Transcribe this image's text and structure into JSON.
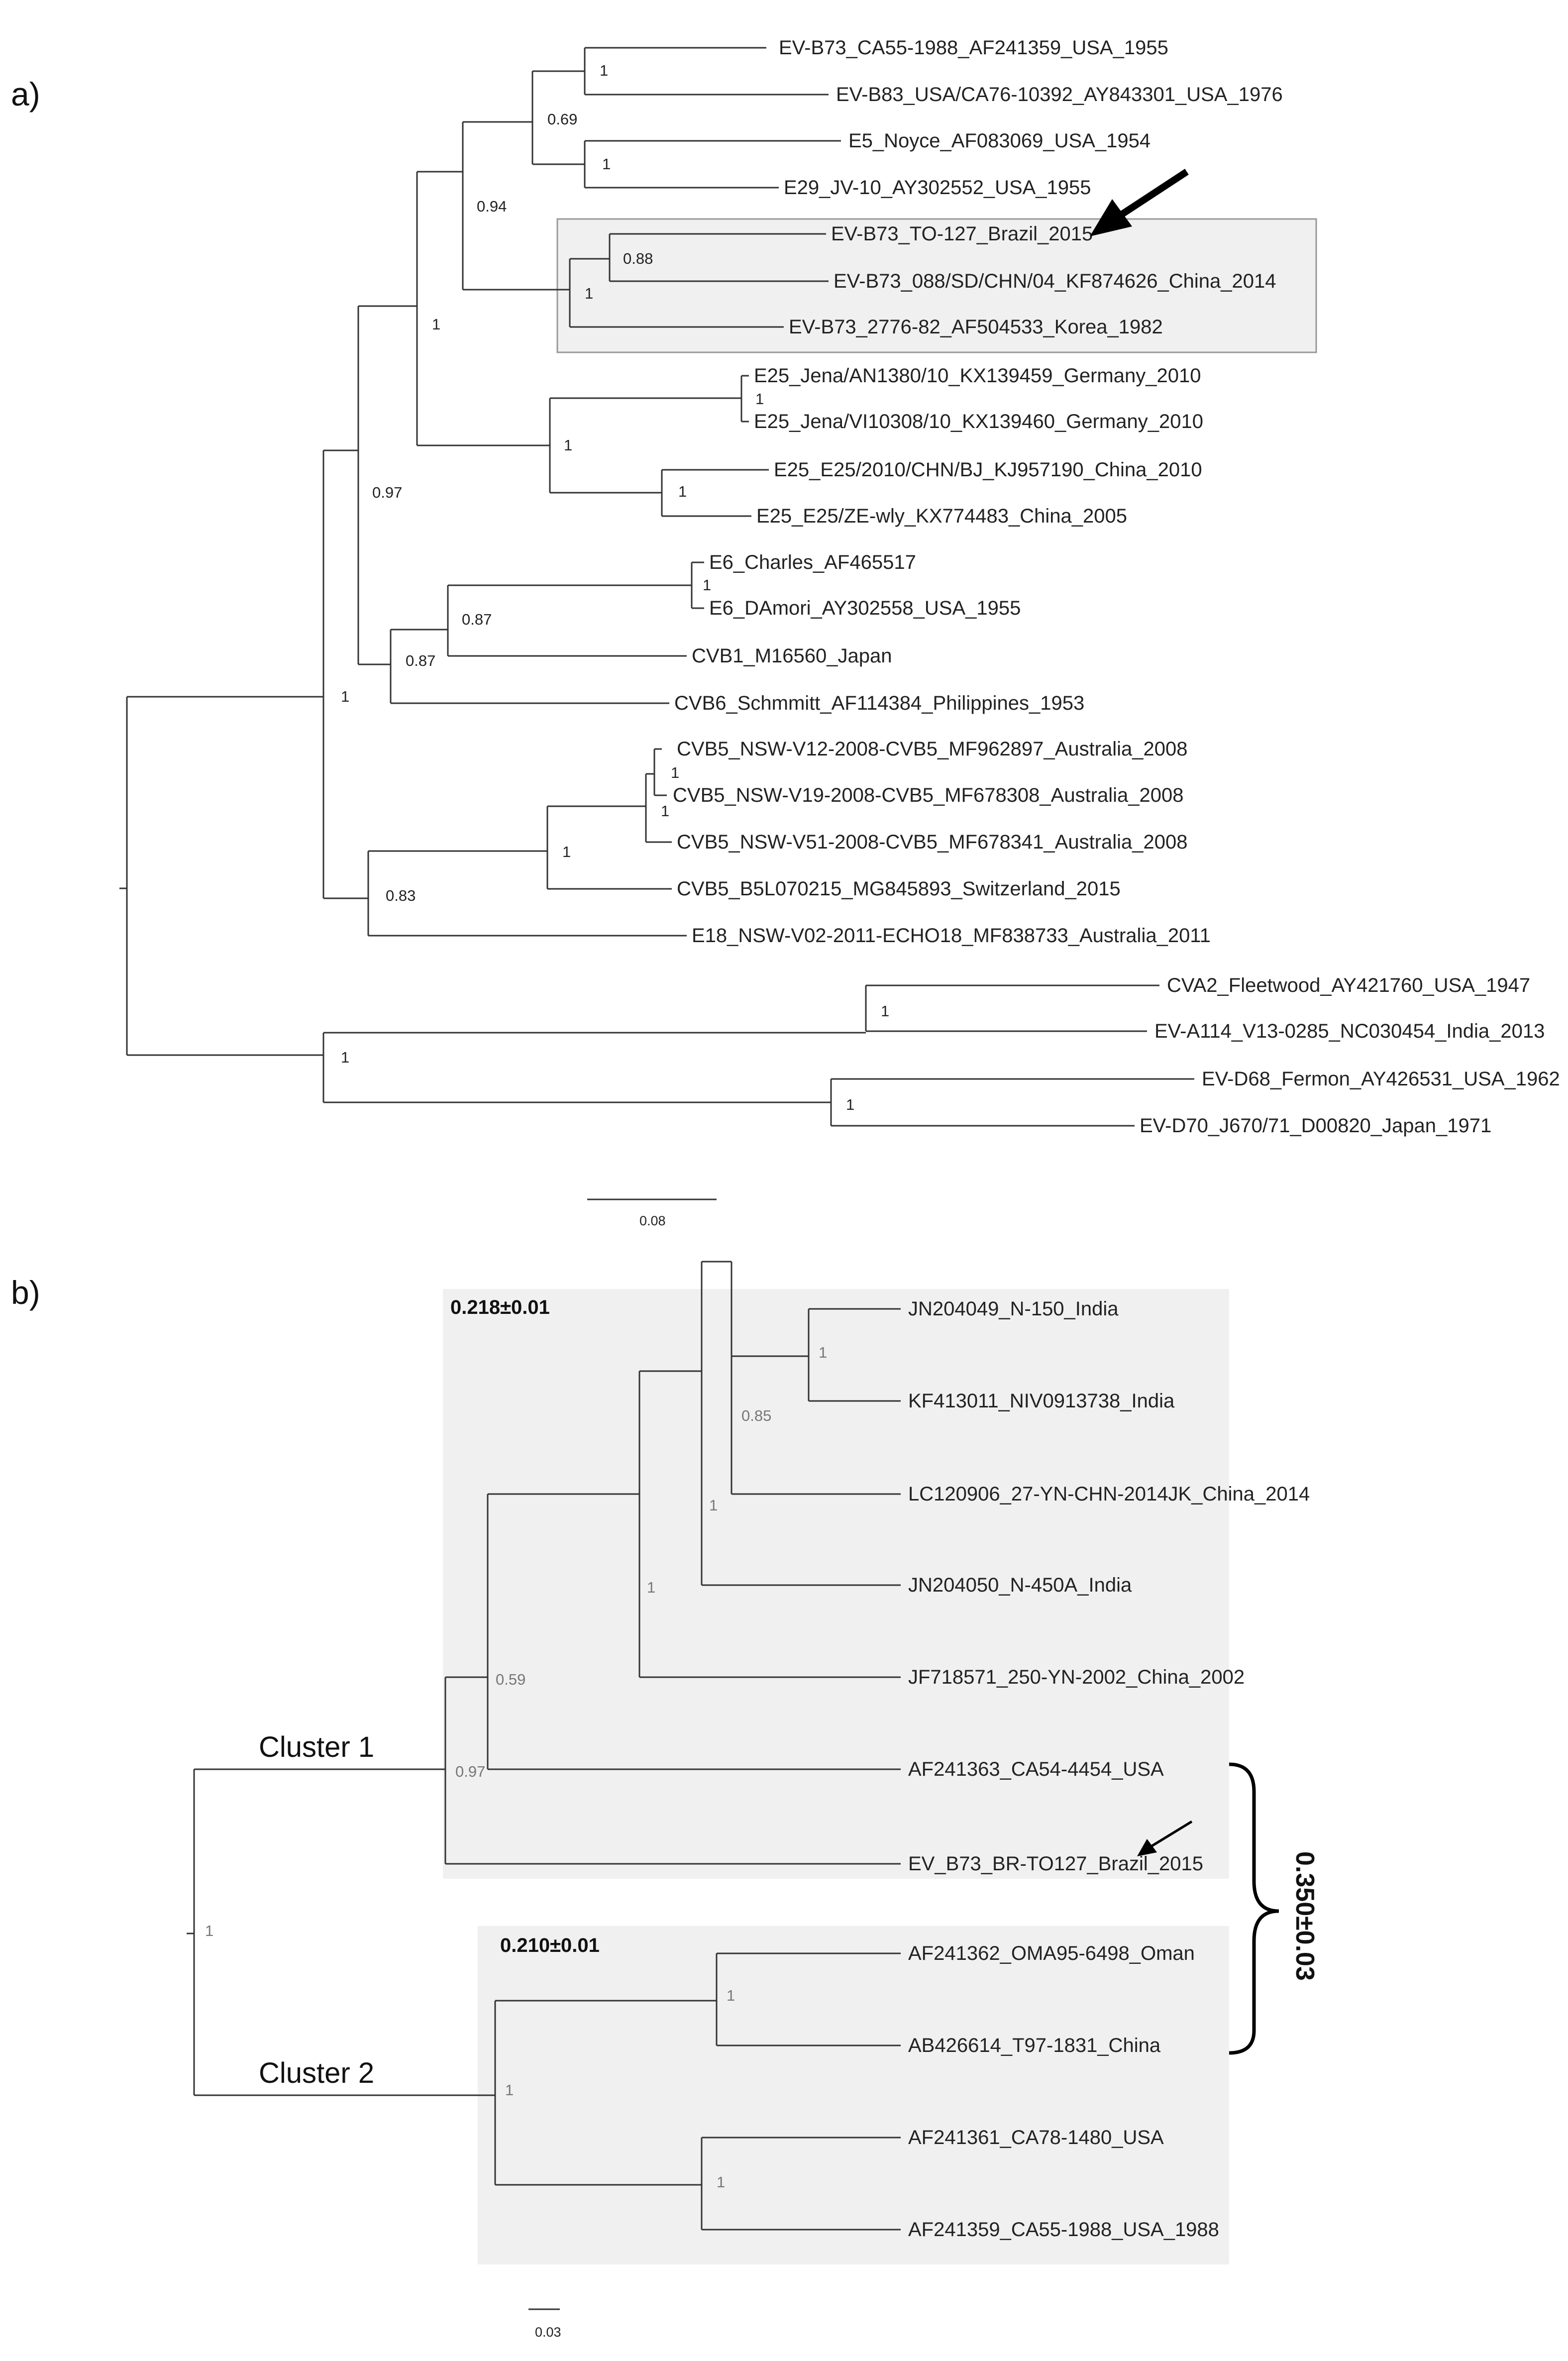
{
  "panel_a": {
    "label": "a)",
    "scale_label": "0.08",
    "taxa": [
      "EV-B73_CA55-1988_AF241359_USA_1955",
      "EV-B83_USA/CA76-10392_AY843301_USA_1976",
      "E5_Noyce_AF083069_USA_1954",
      "E29_JV-10_AY302552_USA_1955",
      "EV-B73_TO-127_Brazil_2015",
      "EV-B73_088/SD/CHN/04_KF874626_China_2014",
      "EV-B73_2776-82_AF504533_Korea_1982",
      "E25_Jena/AN1380/10_KX139459_Germany_2010",
      "E25_Jena/VI10308/10_KX139460_Germany_2010",
      "E25_E25/2010/CHN/BJ_KJ957190_China_2010",
      "E25_E25/ZE-wly_KX774483_China_2005",
      "E6_Charles_AF465517",
      "E6_DAmori_AY302558_USA_1955",
      "CVB1_M16560_Japan",
      "CVB6_Schmmitt_AF114384_Philippines_1953",
      "CVB5_NSW-V12-2008-CVB5_MF962897_Australia_2008",
      "CVB5_NSW-V19-2008-CVB5_MF678308_Australia_2008",
      "CVB5_NSW-V51-2008-CVB5_MF678341_Australia_2008",
      "CVB5_B5L070215_MG845893_Switzerland_2015",
      "E18_NSW-V02-2011-ECHO18_MF838733_Australia_2011",
      "CVA2_Fleetwood_AY421760_USA_1947",
      "EV-A114_V13-0285_NC030454_India_2013",
      "EV-D68_Fermon_AY426531_USA_1962",
      "EV-D70_J670/71_D00820_Japan_1971"
    ],
    "support": [
      "1",
      "0.69",
      "1",
      "0.94",
      "0.88",
      "1",
      "1",
      "1",
      "1",
      "1",
      "0.97",
      "1",
      "0.87",
      "0.87",
      "1",
      "1",
      "1",
      "1",
      "0.83",
      "1",
      "1",
      "1"
    ]
  },
  "panel_b": {
    "label": "b)",
    "scale_label": "0.03",
    "cluster1_label": "Cluster 1",
    "cluster2_label": "Cluster 2",
    "cluster1_distance": "0.218±0.01",
    "cluster2_distance": "0.210±0.01",
    "between_distance": "0.350±0.03",
    "taxa": [
      "JN204049_N-150_India",
      "KF413011_NIV0913738_India",
      "LC120906_27-YN-CHN-2014JK_China_2014",
      "JN204050_N-450A_India",
      "JF718571_250-YN-2002_China_2002",
      "AF241363_CA54-4454_USA",
      "EV_B73_BR-TO127_Brazil_2015",
      "AF241362_OMA95-6498_Oman",
      "AB426614_T97-1831_China",
      "AF241361_CA78-1480_USA",
      "AF241359_CA55-1988_USA_1988"
    ],
    "support": [
      "1",
      "0.85",
      "1",
      "1",
      "0.59",
      "0.97",
      "1",
      "1",
      "1",
      "1"
    ]
  }
}
